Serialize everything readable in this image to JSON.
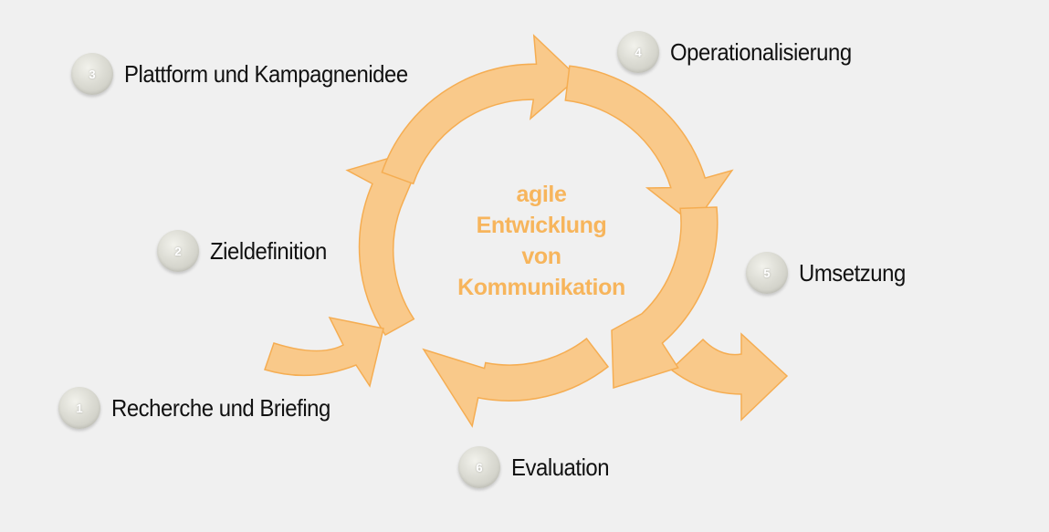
{
  "center_title": {
    "line1": "agile",
    "line2": "Entwicklung",
    "line3": "von",
    "line4": "Kommunikation"
  },
  "steps": [
    {
      "number": "1",
      "label": "Recherche und Briefing"
    },
    {
      "number": "2",
      "label": "Zieldefinition"
    },
    {
      "number": "3",
      "label": "Plattform und Kampagnenidee"
    },
    {
      "number": "4",
      "label": "Operationalisierung"
    },
    {
      "number": "5",
      "label": "Umsetzung"
    },
    {
      "number": "6",
      "label": "Evaluation"
    }
  ],
  "colors": {
    "arrow_fill": "#f9c98a",
    "arrow_stroke": "#f5ad52",
    "center_text": "#f7b55c",
    "background": "#f0f0f0"
  }
}
